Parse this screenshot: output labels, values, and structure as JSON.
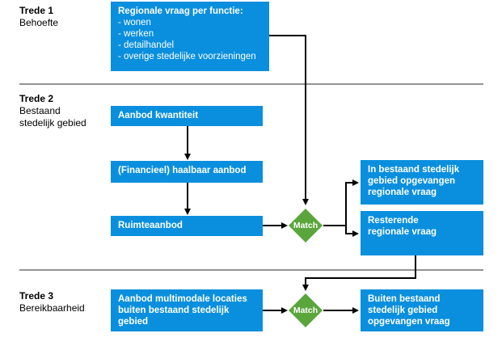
{
  "tiers": [
    {
      "title": "Trede 1",
      "subtitle": "Behoefte"
    },
    {
      "title": "Trede 2",
      "subtitle": "Bestaand\nstedelijk gebied"
    },
    {
      "title": "Trede 3",
      "subtitle": "Bereikbaarheid"
    }
  ],
  "boxes": {
    "demand": {
      "title": "Regionale vraag per functie:",
      "items": [
        "- wonen",
        "- werken",
        "- detailhandel",
        "- overige stedelijke voorzieningen"
      ]
    },
    "supply_quantity": "Aanbod kwantiteit",
    "feasible_supply": "(Financieel) haalbaar aanbod",
    "space_supply": "Ruimteaanbod",
    "absorbed_existing": "In bestaand stedelijk\ngebied opgevangen\nregionale vraag",
    "remaining_demand": "Resterende\nregionale vraag",
    "multimodal_locations": "Aanbod multimodale locaties\nbuiten bestaand stedelijk\ngebied",
    "absorbed_outside": "Buiten bestaand\nstedelijk gebied\nopgevangen vraag"
  },
  "match_nodes": [
    "Match",
    "Match"
  ],
  "colors": {
    "box": "#0a8fde",
    "match": "#5aa63c",
    "line": "#000000",
    "divider": "#555555"
  }
}
